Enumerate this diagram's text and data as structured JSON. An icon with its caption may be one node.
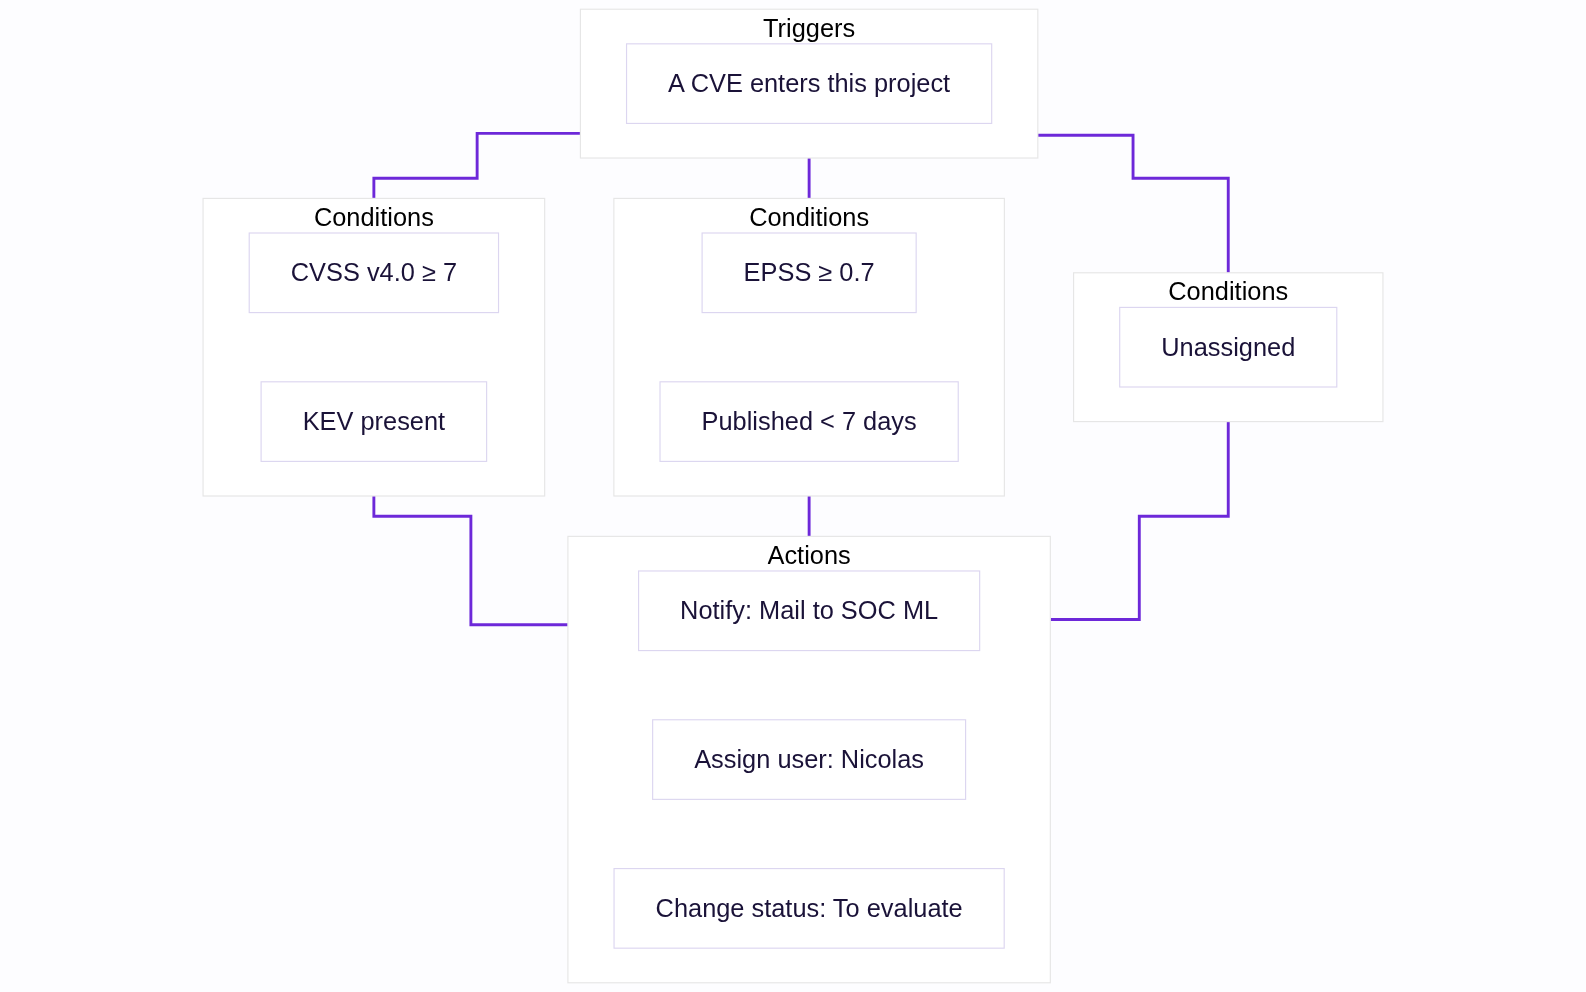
{
  "diagram": {
    "nodes": [
      {
        "text": [
          "Triggers"
        ]
      },
      {
        "text": [
          "A CVE enters this project"
        ],
        "in": 0
      },
      {
        "text": [
          "Conditions"
        ]
      },
      {
        "text": [
          "CVSS v4.0 ≥ 7"
        ],
        "in": 2
      },
      {
        "text": [
          "KEV present"
        ],
        "in": 2
      },
      {
        "text": [
          "Conditions"
        ]
      },
      {
        "text": [
          "EPSS ≥ 0.7"
        ],
        "in": 5
      },
      {
        "text": [
          "Published < 7 days"
        ],
        "in": 5
      },
      {
        "text": [
          "Conditions"
        ]
      },
      {
        "text": [
          "Unassigned"
        ],
        "in": 8
      },
      {
        "text": [
          "Actions"
        ]
      },
      {
        "text": [
          "Notify: Mail to SOC ML"
        ],
        "in": 10
      },
      {
        "text": [
          "Assign user: Nicolas"
        ],
        "in": 10
      },
      {
        "text": [
          "Change status: To evaluate"
        ],
        "in": 10
      }
    ],
    "edges": [
      {
        "from": 0,
        "to": 2,
        "arrow": "none"
      },
      {
        "from": 0,
        "to": 5,
        "arrow": "none"
      },
      {
        "from": 0,
        "to": 8,
        "arrow": "none"
      },
      {
        "from": 2,
        "to": 10,
        "arrow": "none"
      },
      {
        "from": 5,
        "to": 10,
        "arrow": "none"
      },
      {
        "from": 8,
        "to": 10,
        "arrow": "none"
      }
    ]
  }
}
